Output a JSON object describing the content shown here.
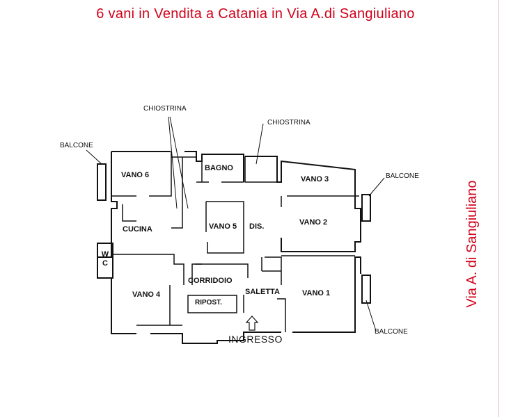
{
  "title": "6 vani in Vendita a Catania in Via A.di Sangiuliano",
  "street": "Via A. di Sangiuliano",
  "rooms": {
    "vano6": "VANO 6",
    "bagno": "BAGNO",
    "vano3": "VANO 3",
    "cucina": "CUCINA",
    "vano5": "VANO 5",
    "dis": "DIS.",
    "vano2": "VANO 2",
    "vano4": "VANO 4",
    "corridoio": "CORRIDOIO",
    "saletta": "SALETTA",
    "vano1": "VANO 1",
    "ripost": "RIPOST.",
    "wc_w": "W",
    "wc_c": "C"
  },
  "callouts": {
    "chiostrina_left": "CHIOSTRINA",
    "chiostrina_right": "CHIOSTRINA",
    "balcone_left": "BALCONE",
    "balcone_right_top": "BALCONE",
    "balcone_right_bottom": "BALCONE",
    "ingresso": "INGRESSO"
  },
  "colors": {
    "accent": "#d0021b",
    "wall": "#111111"
  }
}
